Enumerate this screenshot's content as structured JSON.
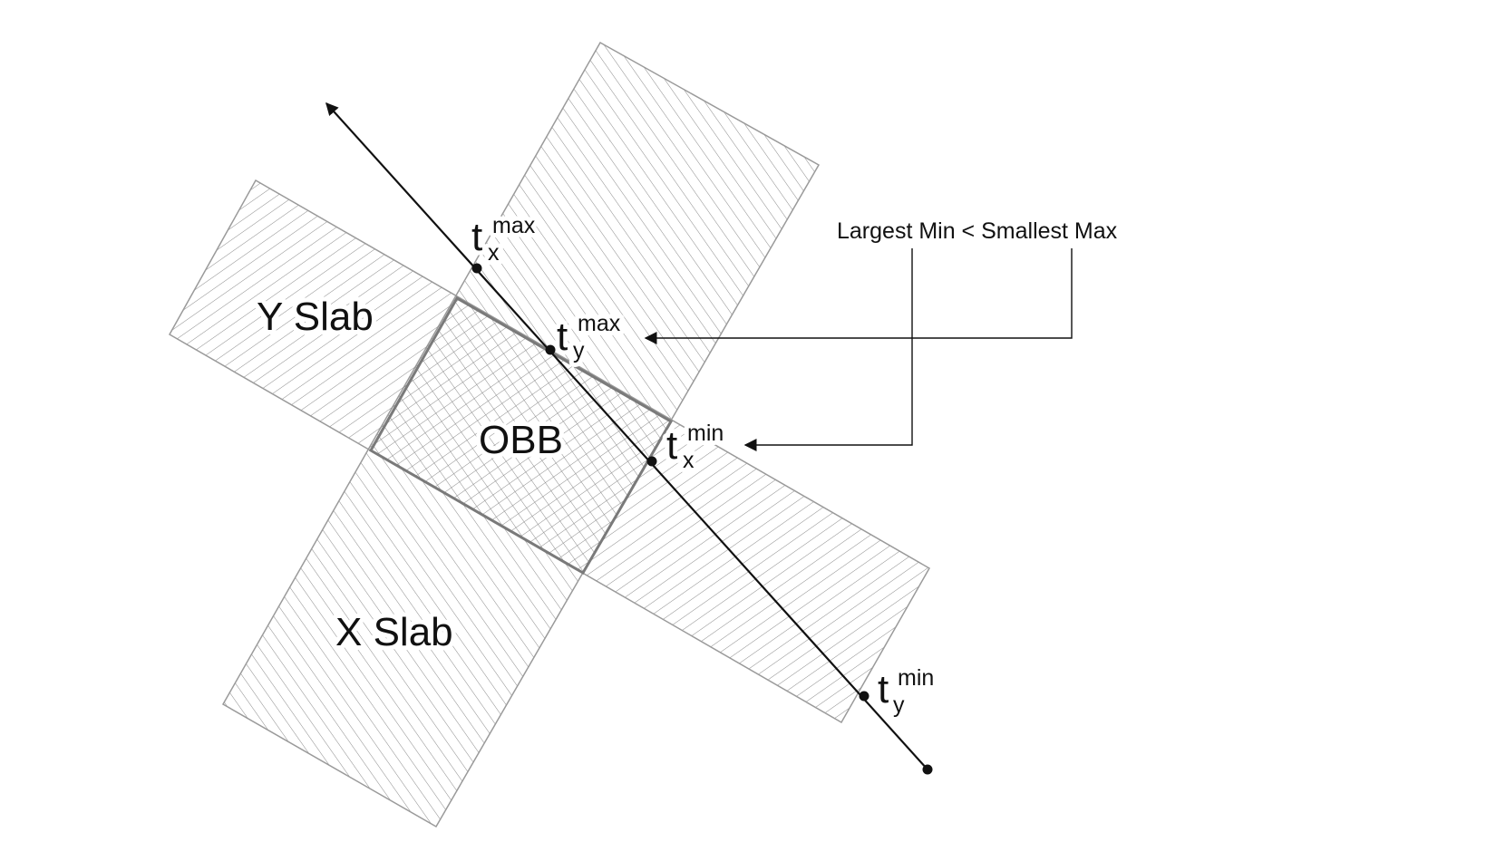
{
  "labels": {
    "y_slab": "Y Slab",
    "x_slab": "X Slab",
    "obb": "OBB",
    "annotation": "Largest Min < Smallest Max"
  },
  "points": {
    "tx_max": {
      "base": "t",
      "sub": "x",
      "sup": "max"
    },
    "ty_max": {
      "base": "t",
      "sub": "y",
      "sup": "max"
    },
    "tx_min": {
      "base": "t",
      "sub": "x",
      "sup": "min"
    },
    "ty_min": {
      "base": "t",
      "sub": "y",
      "sup": "min"
    }
  },
  "icons": {
    "ray_arrowhead": "arrow-up-left-icon",
    "annotation_arrows": "arrow-left-icon"
  },
  "colors": {
    "hatch": "#8a8a8a",
    "slab_outline": "#9a9a9a",
    "obb_outline": "#7a7a7a",
    "line": "#111111",
    "background": "#ffffff"
  }
}
